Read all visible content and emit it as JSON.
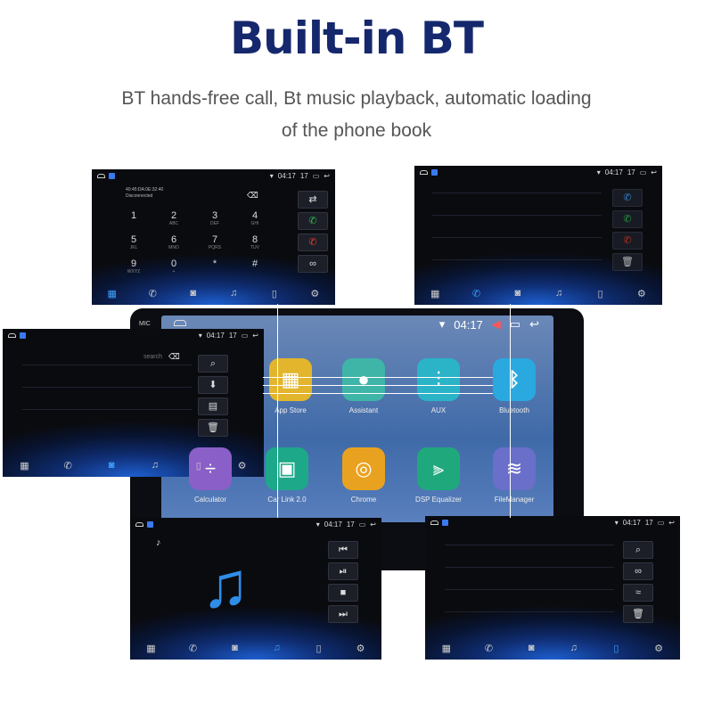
{
  "headline": "Built-in BT",
  "subtitle_line1": "BT hands-free call, Bt music playback, automatic loading",
  "subtitle_line2": "of the phone book",
  "status": {
    "time": "04:17",
    "signal": "17"
  },
  "main": {
    "badge": "MIC",
    "time": "04:17",
    "apps_row1": [
      "App Store",
      "Assistant",
      "AUX",
      "Bluetooth"
    ],
    "apps_row2": [
      "Calculator",
      "Car Link 2.0",
      "Chrome",
      "DSP Equalizer",
      "FileManager"
    ]
  },
  "dialer": {
    "device": "40:45:DA:0E:32:40",
    "state": "Disconnected",
    "keys": [
      [
        "1",
        ""
      ],
      [
        "2",
        "ABC"
      ],
      [
        "3",
        "DEF"
      ],
      [
        "4",
        "GHI"
      ],
      [
        "5",
        "JKL"
      ],
      [
        "6",
        "MNO"
      ],
      [
        "7",
        "PQRS"
      ],
      [
        "8",
        "TUV"
      ],
      [
        "9",
        "WXYZ"
      ],
      [
        "0",
        "+"
      ],
      [
        "*",
        ""
      ],
      [
        "#",
        ""
      ]
    ]
  },
  "phonebook": {
    "search": "search"
  },
  "colors": {
    "title": "#15286d",
    "accent": "#3ea0ff",
    "answer": "#2bbd4c",
    "hangup": "#e23a2a"
  }
}
